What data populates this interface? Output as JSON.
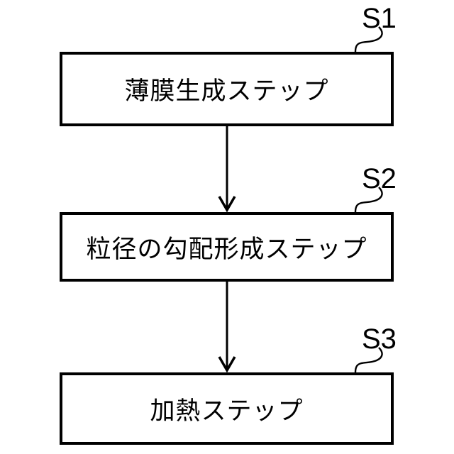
{
  "figure": {
    "background_color": "#ffffff",
    "line_color": "#000000",
    "type": "flowchart",
    "steps": [
      {
        "ref": "S1",
        "label": "薄膜生成ステップ"
      },
      {
        "ref": "S2",
        "label": "粒径の勾配形成ステップ"
      },
      {
        "ref": "S3",
        "label": "加熱ステップ"
      }
    ],
    "connections": [
      {
        "from": "S1",
        "to": "S2",
        "style": "arrow-down"
      },
      {
        "from": "S2",
        "to": "S3",
        "style": "arrow-down"
      }
    ]
  }
}
